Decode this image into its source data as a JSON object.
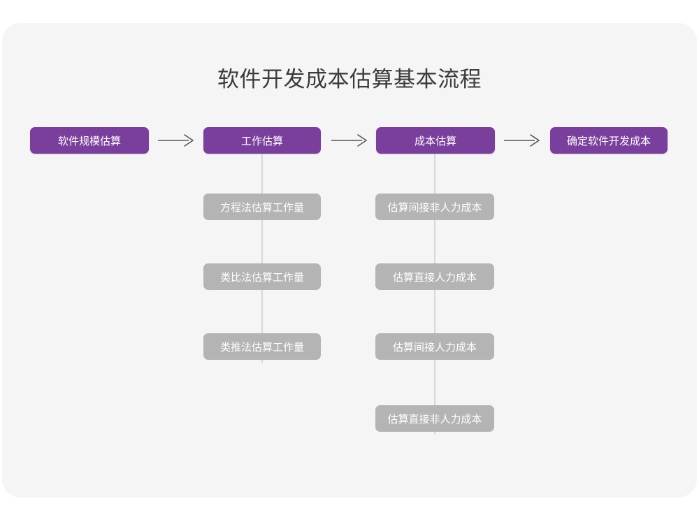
{
  "card": {
    "background": "#f5f5f5"
  },
  "title": "软件开发成本估算基本流程",
  "colors": {
    "stage_fill": "#7a3f9d",
    "sub_fill": "#b4b4b4",
    "connector": "#d8d8d8",
    "arrow": "#555555",
    "title_text": "#3b3b3b",
    "box_text": "#ffffff",
    "canvas": "#f5f5f5"
  },
  "chart_data": {
    "type": "diagram",
    "title": "软件开发成本估算基本流程",
    "orientation": "left-to-right",
    "stages": [
      {
        "id": "stage-1",
        "label": "软件规模估算",
        "substeps": []
      },
      {
        "id": "stage-2",
        "label": "工作估算",
        "substeps": [
          "方程法估算工作量",
          "类比法估算工作量",
          "类推法估算工作量"
        ]
      },
      {
        "id": "stage-3",
        "label": "成本估算",
        "substeps": [
          "估算间接非人力成本",
          "估算直接人力成本",
          "估算间接人力成本",
          "估算直接非人力成本"
        ]
      },
      {
        "id": "stage-4",
        "label": "确定软件开发成本",
        "substeps": []
      }
    ],
    "connectors": [
      {
        "from": "stage-1",
        "to": "stage-2",
        "style": "arrow"
      },
      {
        "from": "stage-2",
        "to": "stage-3",
        "style": "arrow"
      },
      {
        "from": "stage-3",
        "to": "stage-4",
        "style": "arrow"
      }
    ]
  }
}
